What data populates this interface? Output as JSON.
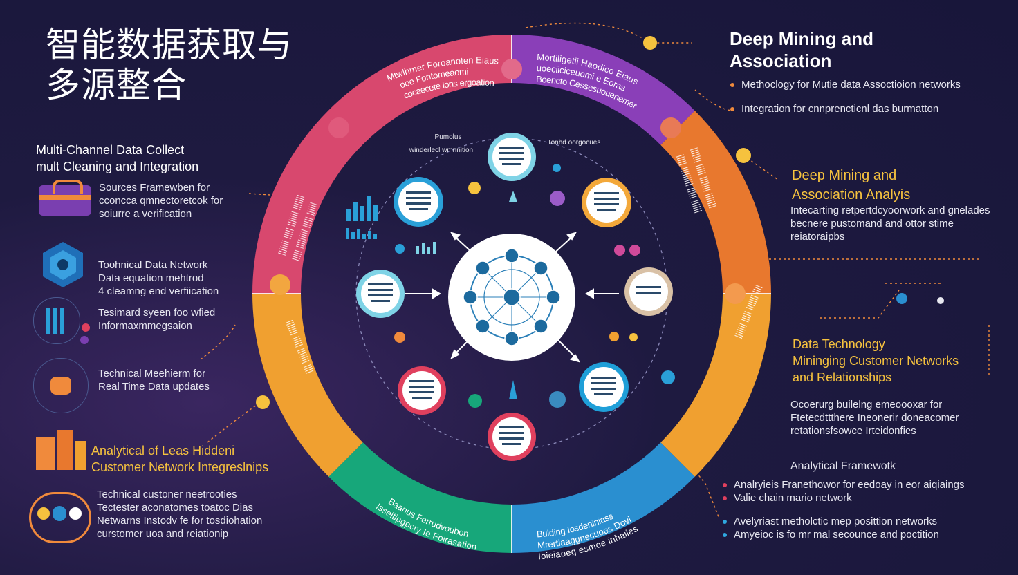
{
  "title": {
    "line1": "智能数据获取与",
    "line2": "多源整合"
  },
  "left": {
    "section1": {
      "line1": "Multi-Channel Data Collect",
      "line2": "mult Cleaning and Integration"
    },
    "item1": {
      "line1": "Sources Framewben for",
      "line2": "cconcca qmnectoretcok for",
      "line3": "soiurre a verification"
    },
    "item2": {
      "line1": "Toohnical Data Network",
      "line2": "Data equation mehtrod",
      "line3": "4  cleamng end verfiication"
    },
    "item3": {
      "line1": "Tesimard syeen foo wfied",
      "line2": "Informaxmmegsaion"
    },
    "item4": {
      "line1": "Technical Meehierm for",
      "line2": "Real Time Data updates"
    },
    "section2": {
      "line1": "Analytical of Leas Hiddeni",
      "line2": "Customer Network Integreslnips"
    },
    "item5": {
      "line1": "Technical custoner neetrooties",
      "line2": "Tectester aconatomes toatoc Dias",
      "line3": "Netwarns Instodv fe for tosdiohation",
      "line4": "curstomer uoa and reiationip"
    }
  },
  "right": {
    "heading1": {
      "line1": "Deep Mining and",
      "line2": "Association"
    },
    "bullets1": [
      "Methoclogy for Mutie data Assoctioion networks",
      "Integration for cnnprencticnl das burmatton"
    ],
    "heading2": {
      "line1": "Deep Mining and",
      "line2": "Association Analyis"
    },
    "desc2": {
      "line1": "Intecarting  retpertdcyoorwork and gnelades",
      "line2": "becnere pustomand and ottor  stime",
      "line3": "reiatoraipbs"
    },
    "heading3": {
      "line1": "Data Technology",
      "line2": "Mininging  Customer Networks",
      "line3": "and Relationships"
    },
    "desc3": {
      "line1": "Ocoerurg builelng emeoooxar for",
      "line2": "Ftetecdttthere Ineonerir doneacomer",
      "line3": "retationsfsowce Irteidonfies"
    },
    "heading4": "Analytical Framewotk",
    "bullets4": [
      "Analryieis Franethowor for eedoay in eor aiqiaings",
      "Valie chain mario network"
    ],
    "bullets5": [
      "Avelyriast metholctic mep posittion networks",
      "Amyeioc is fo mr mal secounce and poctition"
    ]
  },
  "ring": {
    "seg_top_left": [
      "Mtwlhmer Foroanoten Eiaus",
      "ooe Fontomeaomi",
      "cocaecete lons ergoation"
    ],
    "seg_top_right": [
      "Mortiligetii Haodico Eiaus",
      "uoeciiciceuomi e Eoras",
      "Boencto  Cessesuouenemer"
    ],
    "seg_bottom_left": [
      "Baanus Ferrudvoubon",
      "Isseitipgpcry Ie Foirasation"
    ],
    "seg_bottom_right": [
      "Bulding Iosdeniniass",
      "Mrertlaaggnecuoes Dovi",
      "Ioieiaoeg esmoe inhaiies"
    ]
  },
  "center": {
    "label_tl": {
      "line1": "Pumolus",
      "line2": "winderlecl wmnnition"
    },
    "label_tr": "Tonhd oorgocues"
  },
  "colors": {
    "pink": "#d8486e",
    "purple": "#8a3fb8",
    "orange": "#e8782e",
    "amber": "#f0a030",
    "teal": "#17a77a",
    "blue": "#2a8fd0",
    "gold": "#f6c23e"
  }
}
